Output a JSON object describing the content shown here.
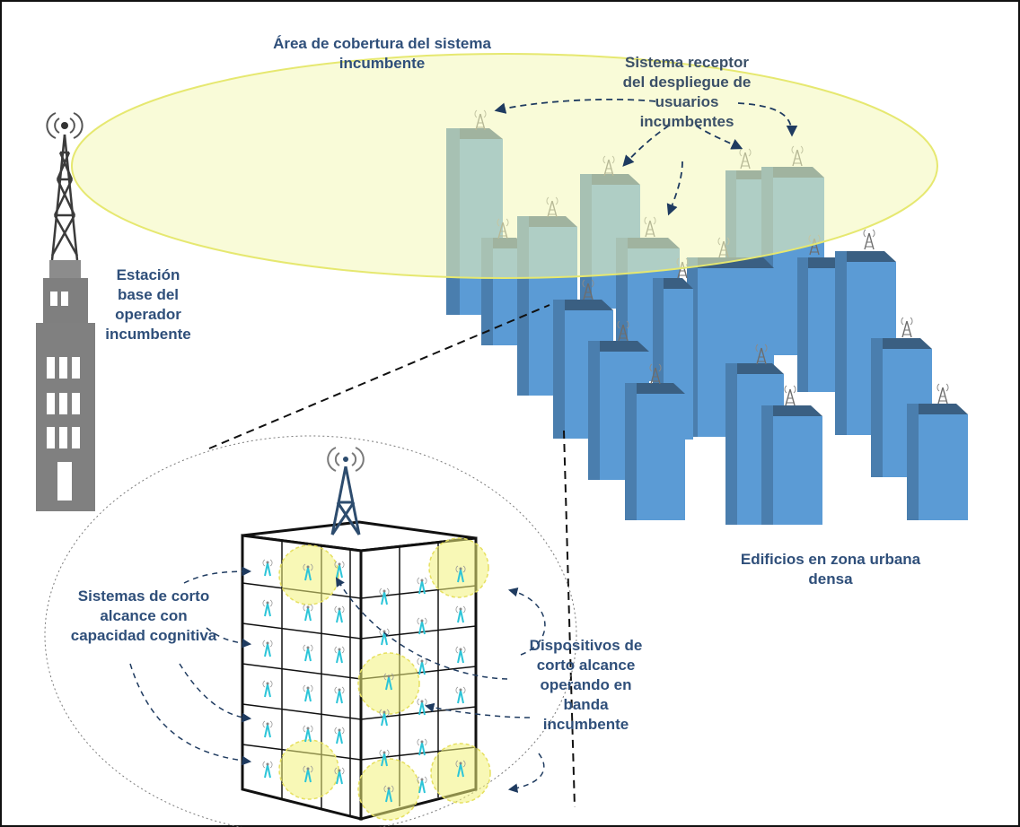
{
  "labels": {
    "coverage_area": "Área de cobertura del sistema incumbente",
    "receiver_system": "Sistema receptor del despliegue de usuarios incumbentes",
    "base_station": "Estación base del operador incumbente",
    "dense_urban_buildings": "Edificios en zona urbana densa",
    "cognitive_short_range": "Sistemas de corto alcance con capacidad cognitiva",
    "short_range_devices": "Dispositivos de corto alcance operando en banda incumbente"
  },
  "colors": {
    "coverage_fill": "#f4f7b8",
    "coverage_stroke": "#e6e870",
    "building_front": "#5b9bd5",
    "building_side": "#4a7eae",
    "building_top": "#3a5f82",
    "building_upper_tint": "#8ab8a8",
    "tower_gray": "#7f7f7f",
    "label_text": "#2f4f7a",
    "cognitive_circle": "#f2f27a"
  },
  "icons": {
    "antenna": "antenna-icon",
    "tower": "tower-icon"
  }
}
